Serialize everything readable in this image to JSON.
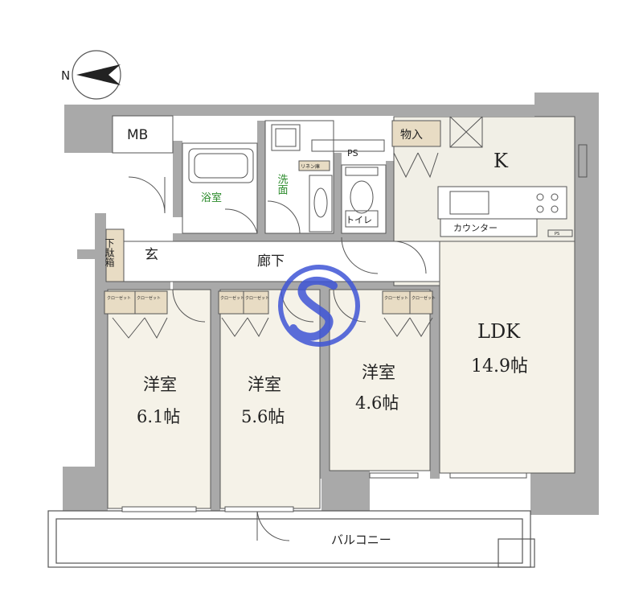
{
  "compass": {
    "north_label": "N"
  },
  "rooms": {
    "mb": "MB",
    "storage": "物入",
    "kitchen": "K",
    "ps_top": "PS",
    "linen": "リネン庫",
    "bath": "浴室",
    "washroom": "洗面",
    "toilet": "トイレ",
    "counter": "カウンター",
    "ps_small": "PS",
    "shoe_box": "下駄箱",
    "entrance": "玄",
    "corridor": "廊下",
    "closet": "クローゼット",
    "room1": {
      "name": "洋室",
      "size": "6.1帖"
    },
    "room2": {
      "name": "洋室",
      "size": "5.6帖"
    },
    "room3": {
      "name": "洋室",
      "size": "4.6帖"
    },
    "ldk": {
      "name": "LDK",
      "size": "14.9帖"
    },
    "balcony": "バルコニー"
  },
  "colors": {
    "wall": "#a9a9a9",
    "wall_dark": "#8f8f8f",
    "floor": "#f5f2e8",
    "storage": "#e8dcc4",
    "kitchen_floor": "#f1efe6",
    "line": "#555555",
    "watermark": "#3f55d6"
  }
}
